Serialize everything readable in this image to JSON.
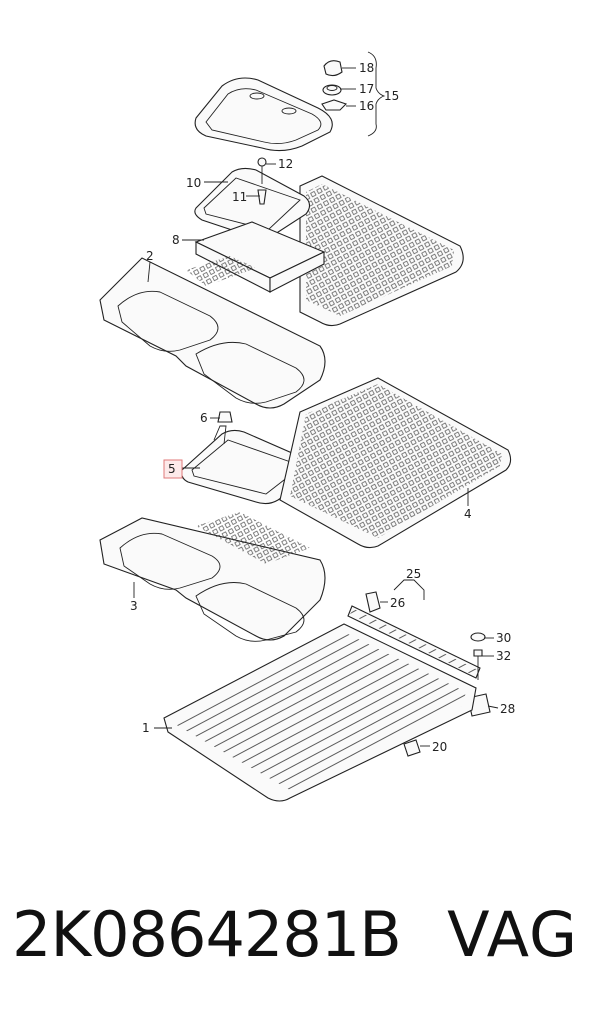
{
  "diagram": {
    "callouts": [
      "18",
      "17",
      "16",
      "15",
      "12",
      "10",
      "11",
      "8",
      "2",
      "6",
      "5",
      "4",
      "3",
      "25",
      "26",
      "30",
      "32",
      "28",
      "1",
      "20"
    ],
    "highlight_color": "#e07a7a"
  },
  "footer": {
    "part_number": "2K0864281B",
    "brand": "VAG"
  }
}
